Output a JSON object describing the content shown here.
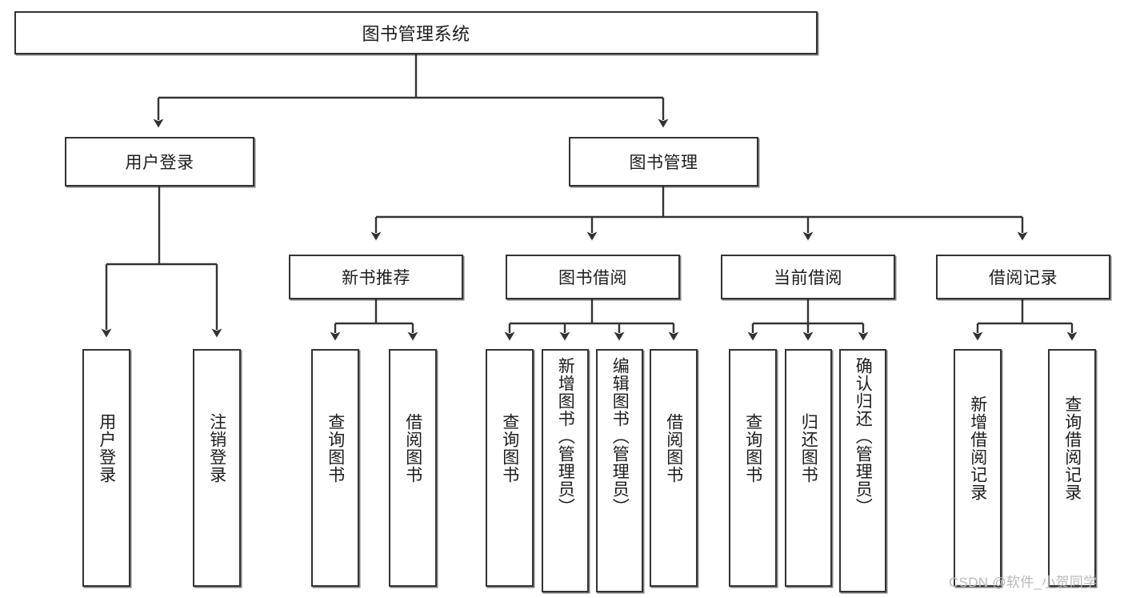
{
  "diagram": {
    "type": "tree-hierarchy-diagram",
    "title": "图书管理系统",
    "levels": 4,
    "stroke_color": "#333333",
    "fill_color": "#ffffff",
    "text_color": "#1c1c1c"
  },
  "root": {
    "label": "图书管理系统"
  },
  "level2": [
    {
      "label": "用户登录"
    },
    {
      "label": "图书管理"
    }
  ],
  "level3": [
    {
      "label": "新书推荐"
    },
    {
      "label": "图书借阅"
    },
    {
      "label": "当前借阅"
    },
    {
      "label": "借阅记录"
    }
  ],
  "leaves": {
    "user_login": [
      {
        "label": "用户登录"
      },
      {
        "label": "注销登录"
      }
    ],
    "new_book": [
      {
        "label": "查询图书"
      },
      {
        "label": "借阅图书"
      }
    ],
    "book_borrow": [
      {
        "label": "查询图书"
      },
      {
        "label": "新增图书（管理员）"
      },
      {
        "label": "编辑图书（管理员）"
      },
      {
        "label": "借阅图书"
      }
    ],
    "current_borrow": [
      {
        "label": "查询图书"
      },
      {
        "label": "归还图书"
      },
      {
        "label": "确认归还（管理员）"
      }
    ],
    "borrow_record": [
      {
        "label": "新增借阅记录"
      },
      {
        "label": "查询借阅记录"
      }
    ]
  },
  "watermark": {
    "text": "CSDN @软件_小贺同学"
  }
}
